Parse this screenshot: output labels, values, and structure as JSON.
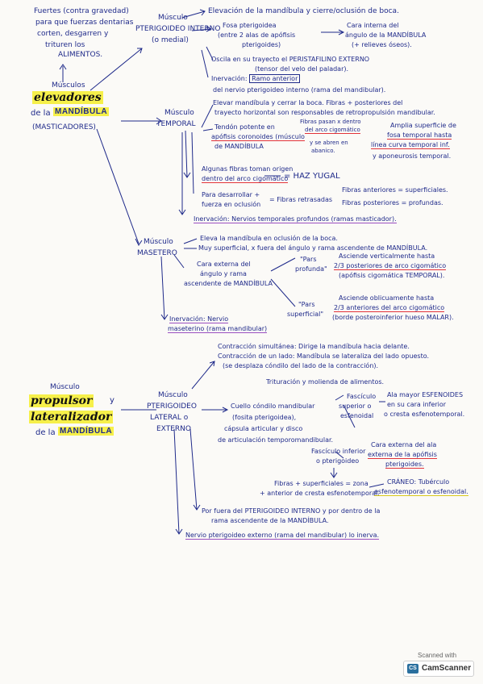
{
  "intro": {
    "l1": "Fuertes (contra gravedad)",
    "l2": "para que fuerzas dentarias",
    "l3": "corten, desgarren y",
    "l4": "trituren los",
    "l5": "ALIMENTOS."
  },
  "elev": {
    "musculos": "Músculos",
    "title": "elevadores",
    "dela": "de la",
    "mandibula": "MANDÍBULA",
    "masticadores": "(MASTICADORES)"
  },
  "pterint": {
    "l1": "Músculo",
    "l2": "PTERIGOIDEO INTERNO",
    "l3": "(o medial)",
    "b1": "Elevación de la mandíbula y cierre/oclusión de boca.",
    "b2a": "Fosa pterigoidea",
    "b2b": "(entre 2 alas de apófisis",
    "b2c": "pterigoides)",
    "b2r1": "Cara interna del",
    "b2r2": "ángulo de la MANDÍBULA",
    "b2r3": "(+ relieves óseos).",
    "b3a": "Oscila en su trayecto el PERISTAFILINO EXTERNO",
    "b3b": "(tensor del velo del paladar).",
    "inerv_lbl": "Inervación:",
    "inerv_box": "Ramo anterior",
    "inerv2": "del nervio pterigoideo interno (rama del mandibular)."
  },
  "temporal": {
    "l1": "Músculo",
    "l2": "TEMPORAL",
    "b1a": "Elevar mandíbula y cerrar la boca. Fibras + posteriores del",
    "b1b": "trayecto horizontal son responsables de retropropulsión mandibular.",
    "b2a": "Tendón potente en",
    "b2b": "apófisis coronoides (músculo",
    "b2c": "de MANDÍBULA",
    "b2m1": "Fibras pasan x dentro",
    "b2m2": "del arco cigomático",
    "b2m3": "y se abren en",
    "b2m4": "abanico.",
    "b2r1": "Amplia superficie de",
    "b2r2": "fosa temporal hasta",
    "b2r3": "línea curva temporal inf.",
    "b2r4": "y aponeurosis temporal.",
    "b3a": "Algunas fibras toman origen",
    "b3b": "dentro del arco cigomático",
    "b3eq": "= HAZ YUGAL",
    "b4a": "Para desarrollar +",
    "b4b": "fuerza en oclusión",
    "b4eq": "= Fibras retrasadas",
    "b4r1": "Fibras anteriores = superficiales.",
    "b4r2": "Fibras posteriores = profundas.",
    "inerv": "Inervación: Nervios temporales profundos (ramas masticador)."
  },
  "masetero": {
    "l1": "Músculo",
    "l2": "MASETERO",
    "b1": "Eleva la mandíbula en oclusión de la boca.",
    "b2": "Muy superficial, x fuera del ángulo y rama ascendente de MANDÍBULA.",
    "b3a": "Cara externa del",
    "b3b": "ángulo y rama",
    "b3c": "ascendente de MANDÍBULA",
    "p1": "\"Pars",
    "p2": "profunda\"",
    "p3": "Asciende verticalmente hasta",
    "p4": "2/3 posteriores de arco cigomático",
    "p5": "(apófisis cigomática TEMPORAL).",
    "s1": "\"Pars",
    "s2": "superficial\"",
    "s3": "Asciende oblicuamente hasta",
    "s4": "2/3 anteriores del arco cigomático",
    "s5": "(borde posteroinferior hueso MALAR).",
    "inerv1": "Inervación: Nervio",
    "inerv2": "maseterino (rama mandibular)"
  },
  "prop": {
    "musculo": "Músculo",
    "title1": "propulsor",
    "y": "y",
    "title2": "lateralizador",
    "dela": "de la",
    "mandibula": "MANDÍBULA"
  },
  "pterext": {
    "l1": "Músculo",
    "l2": "PTERIGOIDEO",
    "l3": "LATERAL o",
    "l4": "EXTERNO",
    "c1": "Contracción simultánea: Dirige la mandíbula hacia delante.",
    "c2": "Contracción de un lado: Mandíbula se lateraliza del lado opuesto.",
    "c3": "(se desplaza cóndilo del lado de la contracción).",
    "c4": "Trituración y molienda de alimentos.",
    "o1": "Cuello cóndilo mandibular",
    "o2": "(fosita pterigoidea),",
    "o3": "cápsula articular y disco",
    "o4": "de articulación temporomandibular.",
    "f1": "Fascículo",
    "f2": "superior o",
    "f3": "esfenoidal",
    "f4": "Ala mayor ESFENOIDES",
    "f5": "en su cara inferior",
    "f6": "o cresta esfenotemporal.",
    "i1": "Fascículo inferior",
    "i2": "o pterigoideo",
    "i3": "Cara externa del ala",
    "i4": "externa de la apófisis",
    "i5": "pterigoides.",
    "k1": "Fibras + superficiales = zona",
    "k2": "+ anterior de cresta esfenotemporal.",
    "k3": "CRÁNEO: Tubérculo",
    "k4": "esfenotemporal o esfenoidal.",
    "b1": "Por fuera del PTERIGOIDEO INTERNO y por dentro de la",
    "b2": "rama ascendente de la MANDÍBULA.",
    "inerv": "Nervio pterigoideo externo (rama del mandibular) lo inerva."
  },
  "scanner": {
    "caption": "Scanned with",
    "logo": "CS",
    "name": "CamScanner"
  }
}
